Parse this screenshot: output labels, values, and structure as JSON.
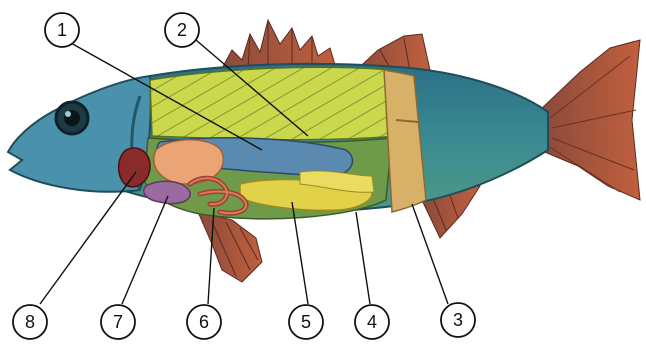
{
  "callouts": [
    {
      "label": "1",
      "target": "swim-bladder"
    },
    {
      "label": "2",
      "target": "muscle-tissue"
    },
    {
      "label": "3",
      "target": "anal-opening"
    },
    {
      "label": "4",
      "target": "urinary-opening"
    },
    {
      "label": "5",
      "target": "gonad"
    },
    {
      "label": "6",
      "target": "intestine"
    },
    {
      "label": "7",
      "target": "stomach"
    },
    {
      "label": "8",
      "target": "heart"
    }
  ],
  "colors": {
    "body_blue": "#2f7f8f",
    "head_blue": "#4a8fa8",
    "muscle_yellow": "#c9d94a",
    "fin_red": "#b0503a",
    "liver": "#e8a070",
    "gonad_yellow": "#e2d24a",
    "cavity_green": "#6f9a4a",
    "band_tan": "#d8b067"
  }
}
